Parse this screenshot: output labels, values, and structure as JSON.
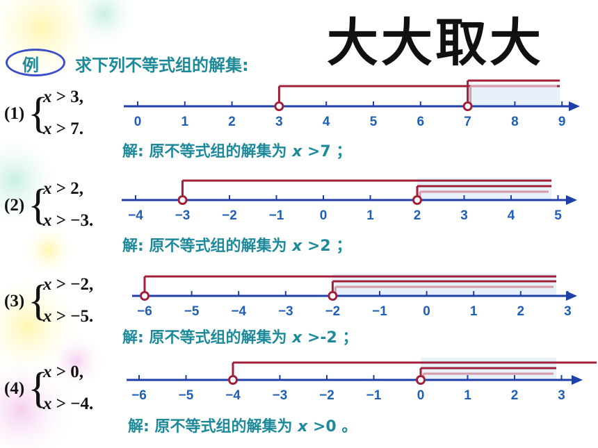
{
  "title": "大大取大",
  "example_label": "例",
  "instruction": "求下列不等式组的解集:",
  "colors": {
    "axis": "#1f3fa8",
    "bracket": "#a0203a",
    "bracket_light": "#d99aa8",
    "solution_text": "#1e8a99",
    "highlight": "#e8f0fa"
  },
  "problems": [
    {
      "label": "(1)",
      "inequalities": [
        {
          "var": "x",
          "rel": ">",
          "value": "3,"
        },
        {
          "var": "x",
          "rel": ">",
          "value": "7."
        }
      ],
      "solution_prefix": "解: 原不等式组的解集为 ",
      "solution_var": "x",
      "solution_rel": " >7 ；",
      "ticks": [
        "0",
        "1",
        "2",
        "3",
        "4",
        "5",
        "6",
        "7",
        "8",
        "9"
      ],
      "points": [
        3,
        7
      ]
    },
    {
      "label": "(2)",
      "inequalities": [
        {
          "var": "x",
          "rel": ">",
          "value": "2,"
        },
        {
          "var": "x",
          "rel": ">",
          "value": "−3."
        }
      ],
      "solution_prefix": "解: 原不等式组的解集为 ",
      "solution_var": "x",
      "solution_rel": " >2 ；",
      "ticks": [
        "−4",
        "−3",
        "−2",
        "−1",
        "0",
        "1",
        "2",
        "3",
        "4",
        "5"
      ],
      "points": [
        -3,
        2
      ]
    },
    {
      "label": "(3)",
      "inequalities": [
        {
          "var": "x",
          "rel": ">",
          "value": "−2,"
        },
        {
          "var": "x",
          "rel": ">",
          "value": "−5."
        }
      ],
      "solution_prefix": "解: 原不等式组的解集为 ",
      "solution_var": "x",
      "solution_rel": " >-2 ；",
      "ticks": [
        "−6",
        "−5",
        "−4",
        "−3",
        "−2",
        "−1",
        "0",
        "1",
        "2",
        "3"
      ],
      "points": [
        -6,
        -2
      ]
    },
    {
      "label": "(4)",
      "inequalities": [
        {
          "var": "x",
          "rel": ">",
          "value": "0,"
        },
        {
          "var": "x",
          "rel": ">",
          "value": "−4."
        }
      ],
      "solution_prefix": "解: 原不等式组的解集为 ",
      "solution_var": "x",
      "solution_rel": " >0 。",
      "ticks": [
        "−6",
        "−5",
        "−4",
        "−3",
        "−2",
        "−1",
        "0",
        "1",
        "2",
        "3"
      ],
      "points": [
        -4,
        0
      ]
    }
  ]
}
